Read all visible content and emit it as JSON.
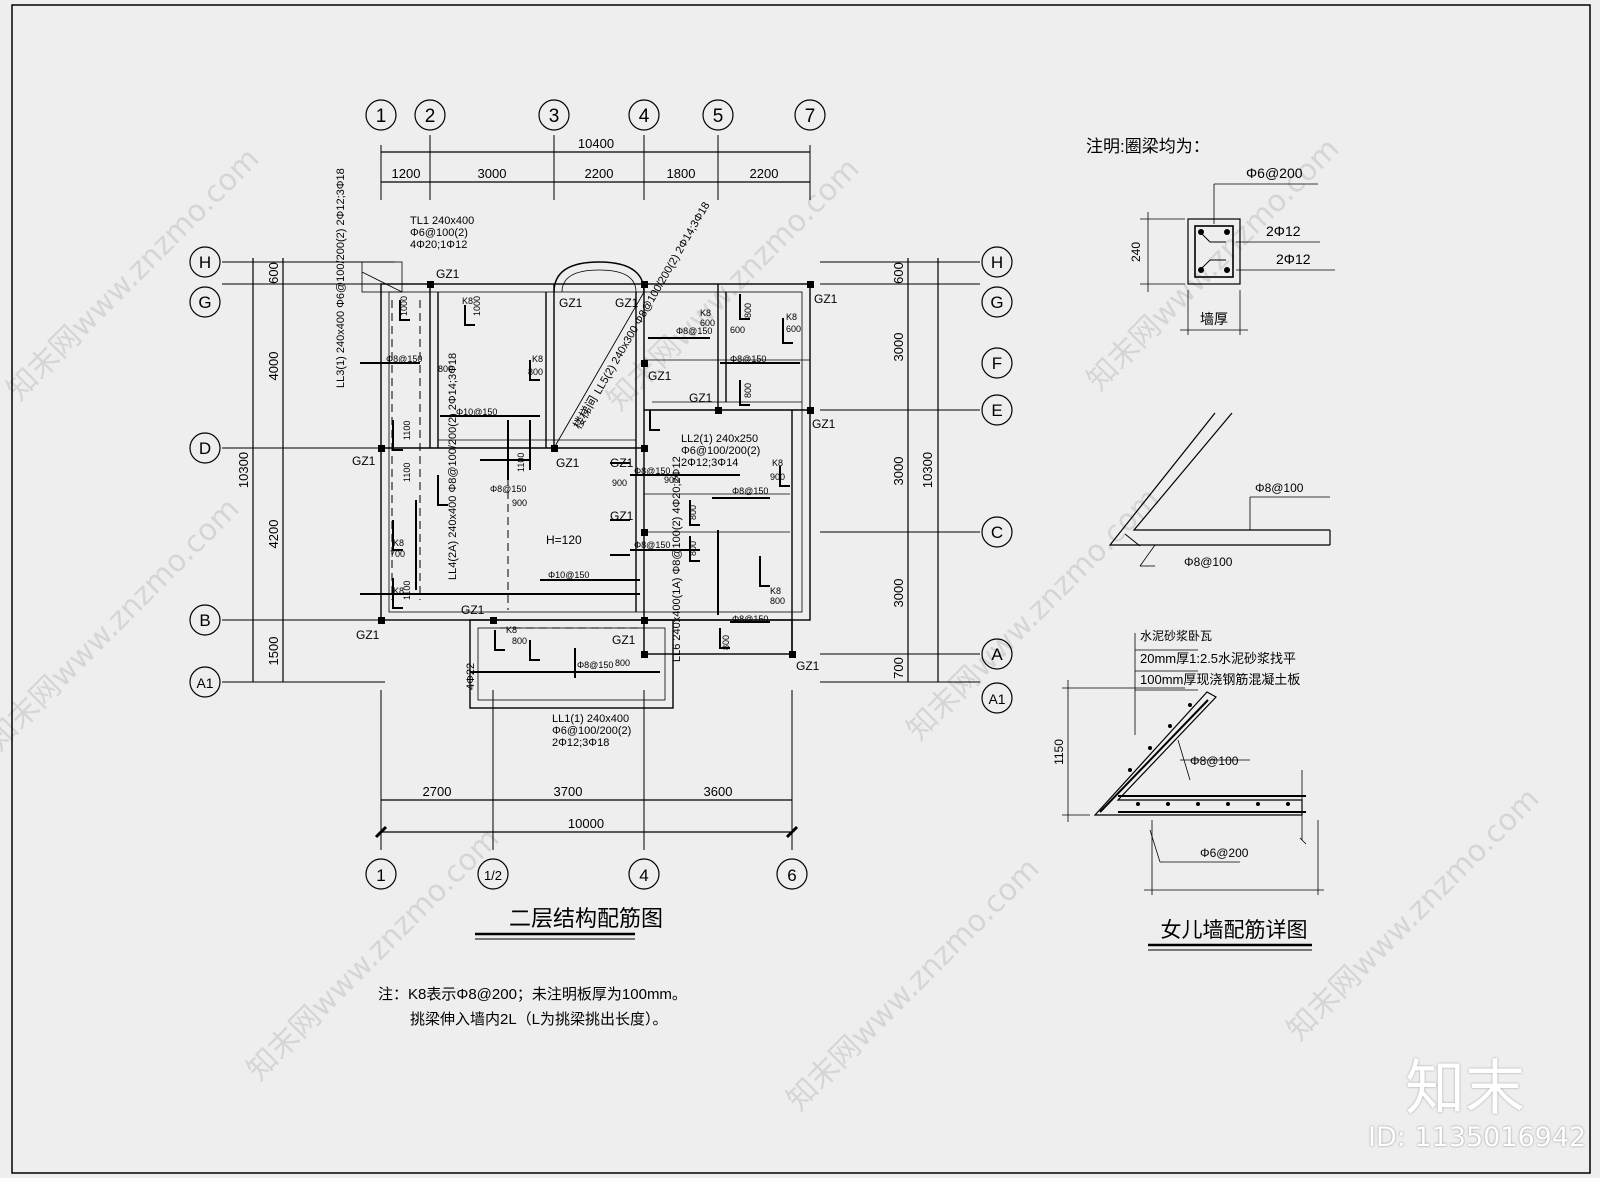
{
  "plan": {
    "title": "二层结构配筋图",
    "note_line1": "注：K8表示Φ8@200；未注明板厚为100mm。",
    "note_line2": "挑梁伸入墙内2L（L为挑梁挑出长度）。",
    "top_axes": [
      "1",
      "2",
      "3",
      "4",
      "5",
      "7"
    ],
    "bottom_axes": [
      "1",
      "1/2",
      "4",
      "6"
    ],
    "left_axes": [
      "H",
      "G",
      "D",
      "B",
      "A1"
    ],
    "right_axes": [
      "H",
      "G",
      "F",
      "E",
      "C",
      "A",
      "A1"
    ],
    "top_total": "10400",
    "top_dims": [
      "1200",
      "3000",
      "2200",
      "1800",
      "2200"
    ],
    "bottom_total": "10000",
    "bottom_dims": [
      "2700",
      "3700",
      "3600"
    ],
    "left_total": "10300",
    "left_dims": [
      "600",
      "4000",
      "4200",
      "1500"
    ],
    "right_total": "10300",
    "right_dims": [
      "600",
      "3000",
      "3000",
      "3000",
      "700"
    ],
    "beams": {
      "tl1": [
        "TL1 240x400",
        "Φ6@100(2)",
        "4Φ20;1Φ12"
      ],
      "ll2": [
        "LL2(1) 240x250",
        "Φ6@100/200(2)",
        "2Φ12;3Φ14"
      ],
      "ll1": [
        "LL1(1) 240x400",
        "Φ6@100/200(2)",
        "2Φ12;3Φ18"
      ],
      "ll3": "LL3(1) 240x400 Φ6@100/200(2) 2Φ12;3Φ18",
      "ll4": "LL4(2A) 240x400 Φ8@100/200(2) 2Φ14;3Φ18",
      "ll5": "LL5(2) 240x300 Φ8@100/200(2) 2Φ14;3Φ18",
      "ll6": "LL6 240x400(1A) Φ8@100(2) 4Φ20;2Φ12"
    },
    "gz": "GZ1",
    "slab_h": "H=120",
    "stair_label": "楼梯间",
    "k8": "K8",
    "bar_10_150": "Φ10@150",
    "bar_8_150": "Φ8@150",
    "bar_4_22": "4Φ22",
    "len": [
      "1000",
      "800",
      "600",
      "900",
      "1100",
      "700"
    ]
  },
  "ring_beam": {
    "note": "注明:圈梁均为：",
    "stirrup": "Φ6@200",
    "top_bar": "2Φ12",
    "bottom_bar": "2Φ12",
    "height": "240",
    "width": "墙厚"
  },
  "parapet": {
    "title": "女儿墙配筋详图",
    "bar1": "Φ8@100",
    "bar2": "Φ8@100",
    "layer1": "水泥砂浆卧瓦",
    "layer2": "20mm厚1:2.5水泥砂浆找平",
    "layer3": "100mm厚现浇钢筋混凝土板",
    "bar3": "Φ8@100",
    "height": "1150",
    "bar4": "Φ6@200"
  },
  "watermark": {
    "text": "知末网www.znzmo.com",
    "logo": "知末",
    "id": "ID: 1135016942"
  }
}
